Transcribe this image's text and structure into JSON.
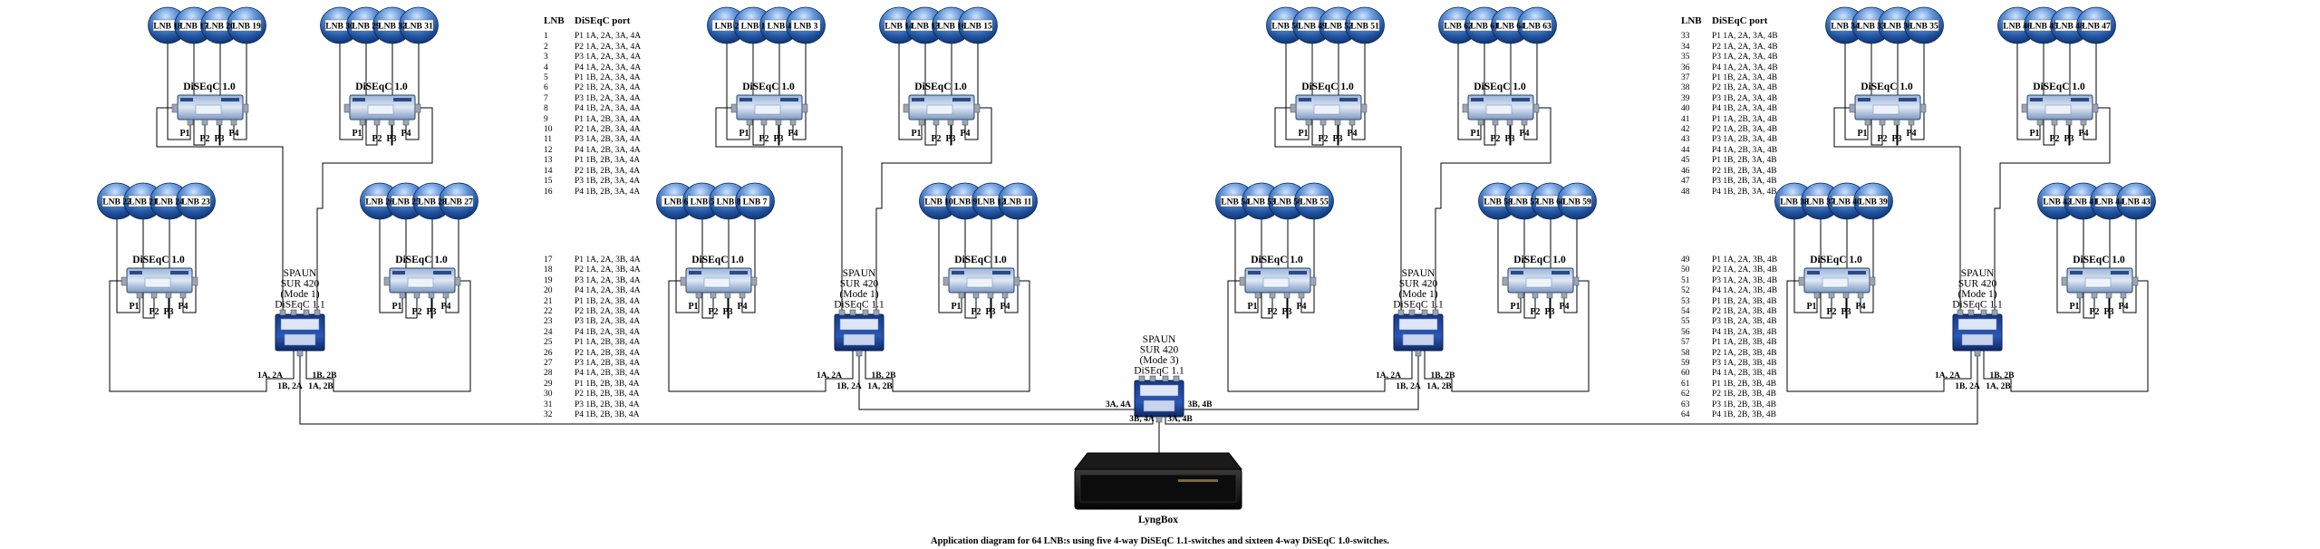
{
  "table_header": {
    "lnb": "LNB",
    "port": "DiSEqC port"
  },
  "tables": [
    {
      "rows": [
        [
          "1",
          "P1 1A, 2A, 3A, 4A"
        ],
        [
          "2",
          "P2 1A, 2A, 3A, 4A"
        ],
        [
          "3",
          "P3 1A, 2A, 3A, 4A"
        ],
        [
          "4",
          "P4 1A, 2A, 3A, 4A"
        ],
        [
          "5",
          "P1 1B, 2A, 3A, 4A"
        ],
        [
          "6",
          "P2 1B, 2A, 3A, 4A"
        ],
        [
          "7",
          "P3 1B, 2A, 3A, 4A"
        ],
        [
          "8",
          "P4 1B, 2A, 3A, 4A"
        ],
        [
          "9",
          "P1 1A, 2B, 3A, 4A"
        ],
        [
          "10",
          "P2 1A, 2B, 3A, 4A"
        ],
        [
          "11",
          "P3 1A, 2B, 3A, 4A"
        ],
        [
          "12",
          "P4 1A, 2B, 3A, 4A"
        ],
        [
          "13",
          "P1 1B, 2B, 3A, 4A"
        ],
        [
          "14",
          "P2 1B, 2B, 3A, 4A"
        ],
        [
          "15",
          "P3 1B, 2B, 3A, 4A"
        ],
        [
          "16",
          "P4 1B, 2B, 3A, 4A"
        ]
      ],
      "rows2": [
        [
          "17",
          "P1 1A, 2A, 3B, 4A"
        ],
        [
          "18",
          "P2 1A, 2A, 3B, 4A"
        ],
        [
          "19",
          "P3 1A, 2A, 3B, 4A"
        ],
        [
          "20",
          "P4 1A, 2A, 3B, 4A"
        ],
        [
          "21",
          "P1 1B, 2A, 3B, 4A"
        ],
        [
          "22",
          "P2 1B, 2A, 3B, 4A"
        ],
        [
          "23",
          "P3 1B, 2A, 3B, 4A"
        ],
        [
          "24",
          "P4 1B, 2A, 3B, 4A"
        ],
        [
          "25",
          "P1 1A, 2B, 3B, 4A"
        ],
        [
          "26",
          "P2 1A, 2B, 3B, 4A"
        ],
        [
          "27",
          "P3 1A, 2B, 3B, 4A"
        ],
        [
          "28",
          "P4 1A, 2B, 3B, 4A"
        ],
        [
          "29",
          "P1 1B, 2B, 3B, 4A"
        ],
        [
          "30",
          "P2 1B, 2B, 3B, 4A"
        ],
        [
          "31",
          "P3 1B, 2B, 3B, 4A"
        ],
        [
          "32",
          "P4 1B, 2B, 3B, 4A"
        ]
      ]
    },
    {
      "rows": [
        [
          "33",
          "P1 1A, 2A, 3A, 4B"
        ],
        [
          "34",
          "P2 1A, 2A, 3A, 4B"
        ],
        [
          "35",
          "P3 1A, 2A, 3A, 4B"
        ],
        [
          "36",
          "P4 1A, 2A, 3A, 4B"
        ],
        [
          "37",
          "P1 1B, 2A, 3A, 4B"
        ],
        [
          "38",
          "P2 1B, 2A, 3A, 4B"
        ],
        [
          "39",
          "P3 1B, 2A, 3A, 4B"
        ],
        [
          "40",
          "P4 1B, 2A, 3A, 4B"
        ],
        [
          "41",
          "P1 1A, 2B, 3A, 4B"
        ],
        [
          "42",
          "P2 1A, 2B, 3A, 4B"
        ],
        [
          "43",
          "P3 1A, 2B, 3A, 4B"
        ],
        [
          "44",
          "P4 1A, 2B, 3A, 4B"
        ],
        [
          "45",
          "P1 1B, 2B, 3A, 4B"
        ],
        [
          "46",
          "P2 1B, 2B, 3A, 4B"
        ],
        [
          "47",
          "P3 1B, 2B, 3A, 4B"
        ],
        [
          "48",
          "P4 1B, 2B, 3A, 4B"
        ]
      ],
      "rows2": [
        [
          "49",
          "P1 1A, 2A, 3B, 4B"
        ],
        [
          "50",
          "P2 1A, 2A, 3B, 4B"
        ],
        [
          "51",
          "P3 1A, 2A, 3B, 4B"
        ],
        [
          "52",
          "P4 1A, 2A, 3B, 4B"
        ],
        [
          "53",
          "P1 1B, 2A, 3B, 4B"
        ],
        [
          "54",
          "P2 1B, 2A, 3B, 4B"
        ],
        [
          "55",
          "P3 1B, 2A, 3B, 4B"
        ],
        [
          "56",
          "P4 1B, 2A, 3B, 4B"
        ],
        [
          "57",
          "P1 1A, 2B, 3B, 4B"
        ],
        [
          "58",
          "P2 1A, 2B, 3B, 4B"
        ],
        [
          "59",
          "P3 1A, 2B, 3B, 4B"
        ],
        [
          "60",
          "P4 1A, 2B, 3B, 4B"
        ],
        [
          "61",
          "P1 1B, 2B, 3B, 4B"
        ],
        [
          "62",
          "P2 1B, 2B, 3B, 4B"
        ],
        [
          "63",
          "P3 1B, 2B, 3B, 4B"
        ],
        [
          "64",
          "P4 1B, 2B, 3B, 4B"
        ]
      ]
    }
  ],
  "quadrants": [
    {
      "groups": [
        {
          "lnbs": [
            "LNB 18",
            "LNB 17",
            "LNB 20",
            "LNB 19"
          ]
        },
        {
          "lnbs": [
            "LNB 30",
            "LNB 29",
            "LNB 32",
            "LNB 31"
          ]
        },
        {
          "lnbs": [
            "LNB 22",
            "LNB 21",
            "LNB 24",
            "LNB 23"
          ]
        },
        {
          "lnbs": [
            "LNB 26",
            "LNB 25",
            "LNB 28",
            "LNB 27"
          ]
        }
      ]
    },
    {
      "groups": [
        {
          "lnbs": [
            "LNB 2",
            "LNB 1",
            "LNB 4",
            "LNB 3"
          ]
        },
        {
          "lnbs": [
            "LNB 14",
            "LNB 13",
            "LNB 16",
            "LNB 15"
          ]
        },
        {
          "lnbs": [
            "LNB 6",
            "LNB 5",
            "LNB 8",
            "LNB 7"
          ]
        },
        {
          "lnbs": [
            "LNB 10",
            "LNB 9",
            "LNB 12",
            "LNB 11"
          ]
        }
      ]
    },
    {
      "groups": [
        {
          "lnbs": [
            "LNB 50",
            "LNB 49",
            "LNB 52",
            "LNB 51"
          ]
        },
        {
          "lnbs": [
            "LNB 62",
            "LNB 61",
            "LNB 64",
            "LNB 63"
          ]
        },
        {
          "lnbs": [
            "LNB 54",
            "LNB 53",
            "LNB 56",
            "LNB 55"
          ]
        },
        {
          "lnbs": [
            "LNB 58",
            "LNB 57",
            "LNB 60",
            "LNB 59"
          ]
        }
      ]
    },
    {
      "groups": [
        {
          "lnbs": [
            "LNB 34",
            "LNB 33",
            "LNB 36",
            "LNB 35"
          ]
        },
        {
          "lnbs": [
            "LNB 46",
            "LNB 45",
            "LNB 48",
            "LNB 47"
          ]
        },
        {
          "lnbs": [
            "LNB 38",
            "LNB 37",
            "LNB 40",
            "LNB 39"
          ]
        },
        {
          "lnbs": [
            "LNB 42",
            "LNB 41",
            "LNB 44",
            "LNB 43"
          ]
        }
      ]
    }
  ],
  "diseqc10_label": "DiSEqC 1.0",
  "port_labels": [
    "P1",
    "P2",
    "P3",
    "P4"
  ],
  "spaun_mode1_label": [
    "SPAUN",
    "SUR 420",
    "(Mode 1)",
    "DiSEqC 1.1"
  ],
  "spaun_mode3_label": [
    "SPAUN",
    "SUR 420",
    "(Mode 3)",
    "DiSEqC 1.1"
  ],
  "mode1_inputs": [
    "1A, 2A",
    "1B, 2A",
    "1B, 2B",
    "1A, 2B"
  ],
  "main_inputs": [
    "3A, 4A",
    "3B, 4A",
    "3B, 4B",
    "3A, 4B"
  ],
  "receiver_label": "LyngBox",
  "caption": "Application diagram for 64 LNB:s using five 4-way DiSEqC 1.1-switches and sixteen 4-way DiSEqC 1.0-switches."
}
